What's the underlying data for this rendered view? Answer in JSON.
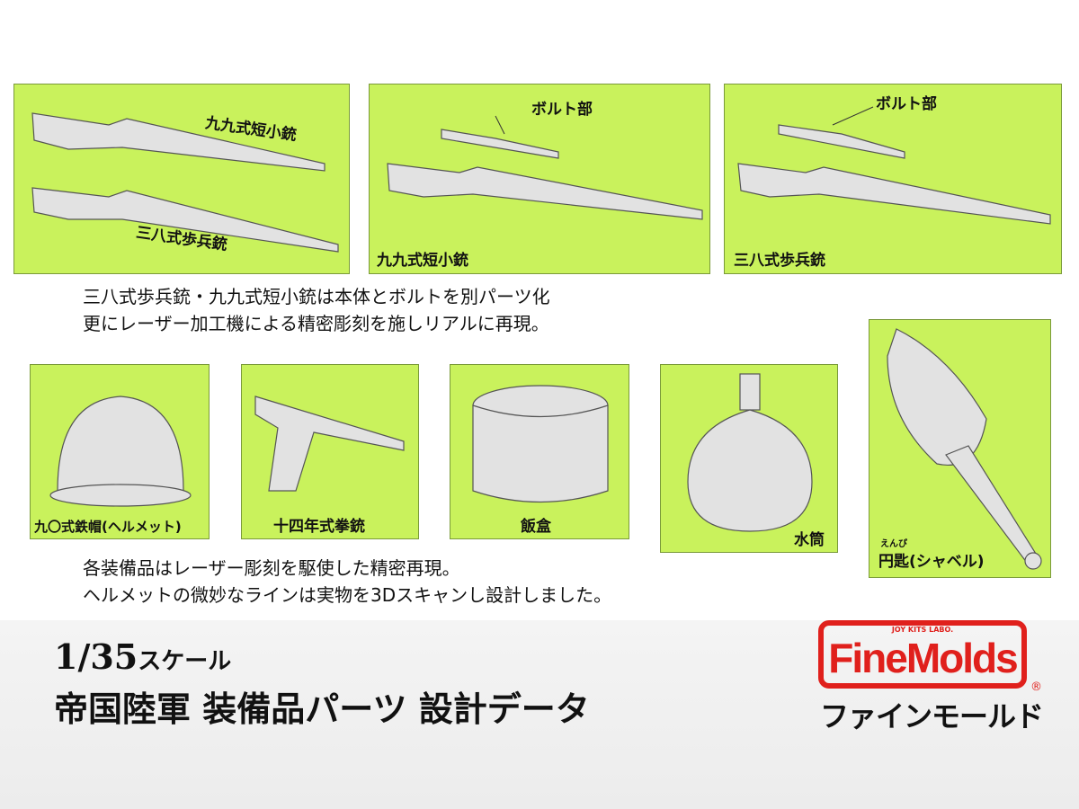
{
  "panels": {
    "rifles": {
      "label_type99": "九九式短小銃",
      "label_type38": "三八式歩兵銃"
    },
    "type99": {
      "bolt_label": "ボルト部",
      "label": "九九式短小銃"
    },
    "type38": {
      "bolt_label": "ボルト部",
      "label": "三八式歩兵銃"
    },
    "helmet": {
      "label": "九〇式鉄帽(ヘルメット)"
    },
    "pistol": {
      "label": "十四年式拳銃"
    },
    "messkit": {
      "label": "飯盒"
    },
    "canteen": {
      "label": "水筒"
    },
    "shovel": {
      "ruby": "えんぴ",
      "label": "円匙(シャベル)"
    }
  },
  "notes": {
    "rifle_line1": "三八式歩兵銃・九九式短小銃は本体とボルトを別パーツ化",
    "rifle_line2": "更にレーザー加工機による精密彫刻を施しリアルに再現。",
    "equip_line1": "各装備品はレーザー彫刻を駆使した精密再現。",
    "equip_line2": "ヘルメットの微妙なラインは実物を3Dスキャンし設計しました。"
  },
  "title": {
    "scale_num": "1/35",
    "scale_word": "スケール",
    "main": "帝国陸軍 装備品パーツ 設計データ"
  },
  "logo": {
    "tagline": "JOY KITS LABO.",
    "brand": "FineMolds",
    "kana": "ファインモールド",
    "registered": "®"
  },
  "colors": {
    "panel": "#c9f25c",
    "brand": "#e0201c"
  }
}
